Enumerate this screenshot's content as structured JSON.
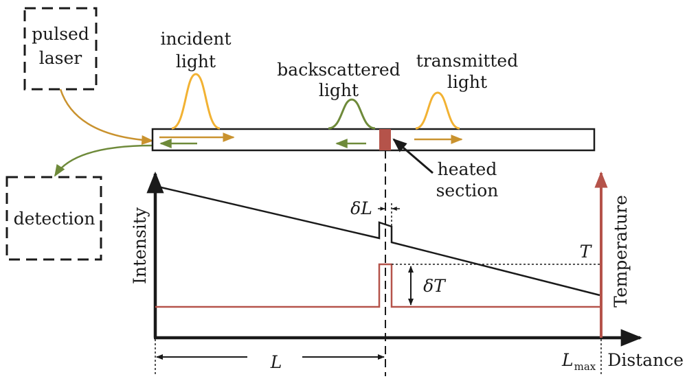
{
  "labels": {
    "pulsed_laser_1": "pulsed",
    "pulsed_laser_2": "laser",
    "detection": "detection",
    "incident_1": "incident",
    "incident_2": "light",
    "backscattered_1": "backscattered",
    "backscattered_2": "light",
    "transmitted_1": "transmitted",
    "transmitted_2": "light",
    "heated_1": "heated",
    "heated_2": "section",
    "intensity": "Intensity",
    "temperature": "Temperature",
    "delta_l": "δL",
    "delta_t": "δT",
    "t": "T",
    "l": "L",
    "l_max_base": "L",
    "l_max_sub": "max",
    "distance": "Distance"
  },
  "colors": {
    "ink": "#1a1a1a",
    "laser_orange": "#c9922e",
    "pulse_yellow": "#f2b233",
    "back_green": "#6e8a3a",
    "heated_red": "#b5534a"
  }
}
